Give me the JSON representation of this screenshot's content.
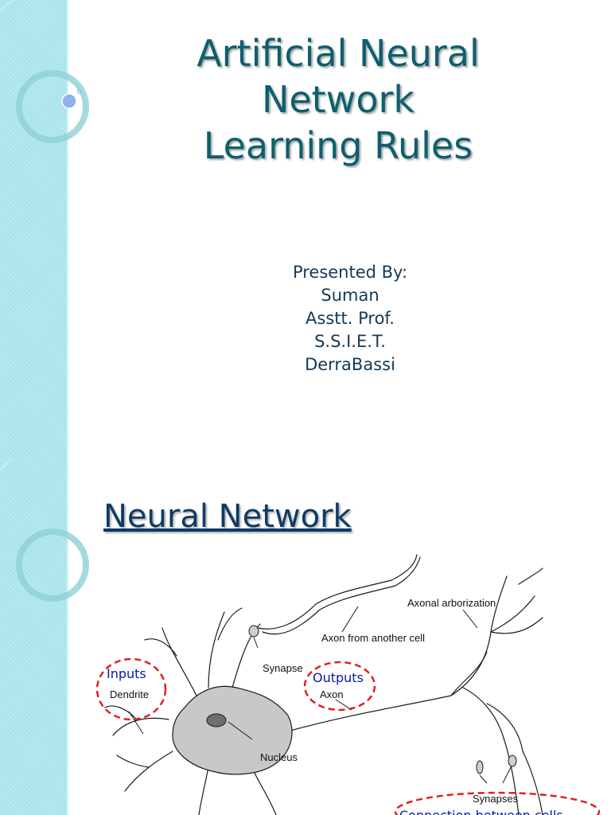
{
  "slide1": {
    "title_lines": [
      "Artificial Neural",
      "Network",
      "Learning Rules"
    ],
    "presenter_lines": [
      "Presented By:",
      "Suman",
      "Asstt. Prof.",
      "S.S.I.E.T.",
      "DerraBassi"
    ]
  },
  "slide2": {
    "title": "Neural Network",
    "diagram": {
      "labels": {
        "axonal_arborization": "Axonal arborization",
        "axon_from_another_cell": "Axon from another cell",
        "synapse": "Synapse",
        "dendrite": "Dendrite",
        "axon": "Axon",
        "nucleus": "Nucleus",
        "synapses": "Synapses"
      },
      "annotations": {
        "inputs": "Inputs",
        "outputs": "Outputs",
        "connection": "Connection between cells"
      }
    }
  },
  "colors": {
    "title": "#0d5f6f",
    "presenter_text": "#123a5a",
    "slide2_title": "#0d3b66",
    "annotation_blue": "#0b1a9e",
    "dashed_ellipse": "#e02020",
    "side_band": "#a9e4ea",
    "cell_fill": "#c8c8c8"
  }
}
